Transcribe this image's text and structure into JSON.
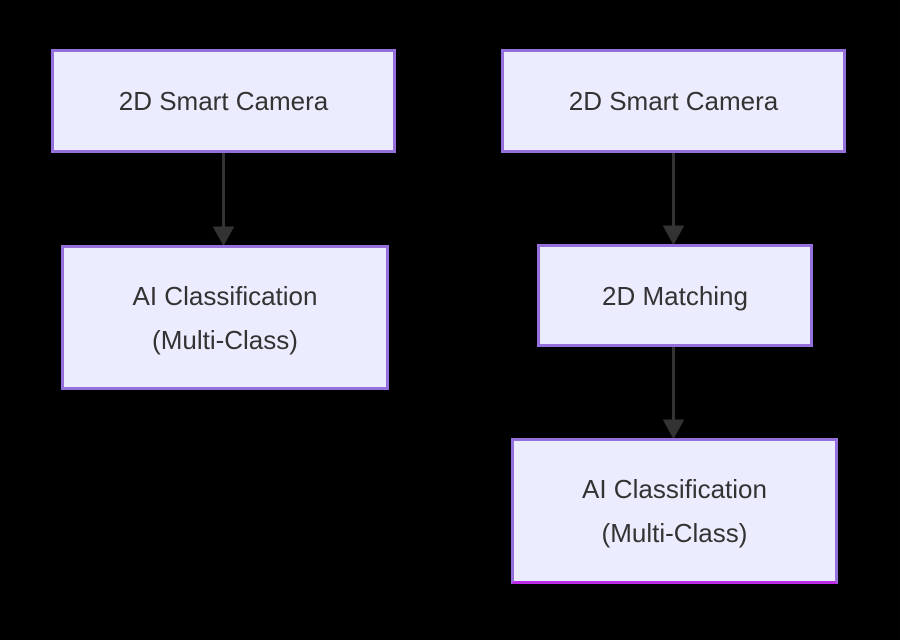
{
  "colors": {
    "background": "#000000",
    "node_fill": "#ececff",
    "node_border": "#9370db",
    "accent_border": "#bf2ce8",
    "text_color": "#333333",
    "edge_color": "#333333"
  },
  "flows": [
    {
      "name": "left-flow",
      "nodes": [
        {
          "id": "2d-smart-camera",
          "lines": [
            "2D Smart Camera"
          ]
        },
        {
          "id": "ai-classification-multi-class",
          "lines": [
            "AI Classification",
            "(Multi-Class)"
          ]
        }
      ],
      "edges": [
        {
          "from": "2d-smart-camera",
          "to": "ai-classification-multi-class"
        }
      ]
    },
    {
      "name": "right-flow",
      "nodes": [
        {
          "id": "2d-smart-camera",
          "lines": [
            "2D Smart Camera"
          ]
        },
        {
          "id": "2d-matching",
          "lines": [
            "2D Matching"
          ]
        },
        {
          "id": "ai-classification-multi-class",
          "lines": [
            "AI Classification",
            "(Multi-Class)"
          ]
        }
      ],
      "edges": [
        {
          "from": "2d-smart-camera",
          "to": "2d-matching"
        },
        {
          "from": "2d-matching",
          "to": "ai-classification-multi-class"
        }
      ]
    }
  ]
}
